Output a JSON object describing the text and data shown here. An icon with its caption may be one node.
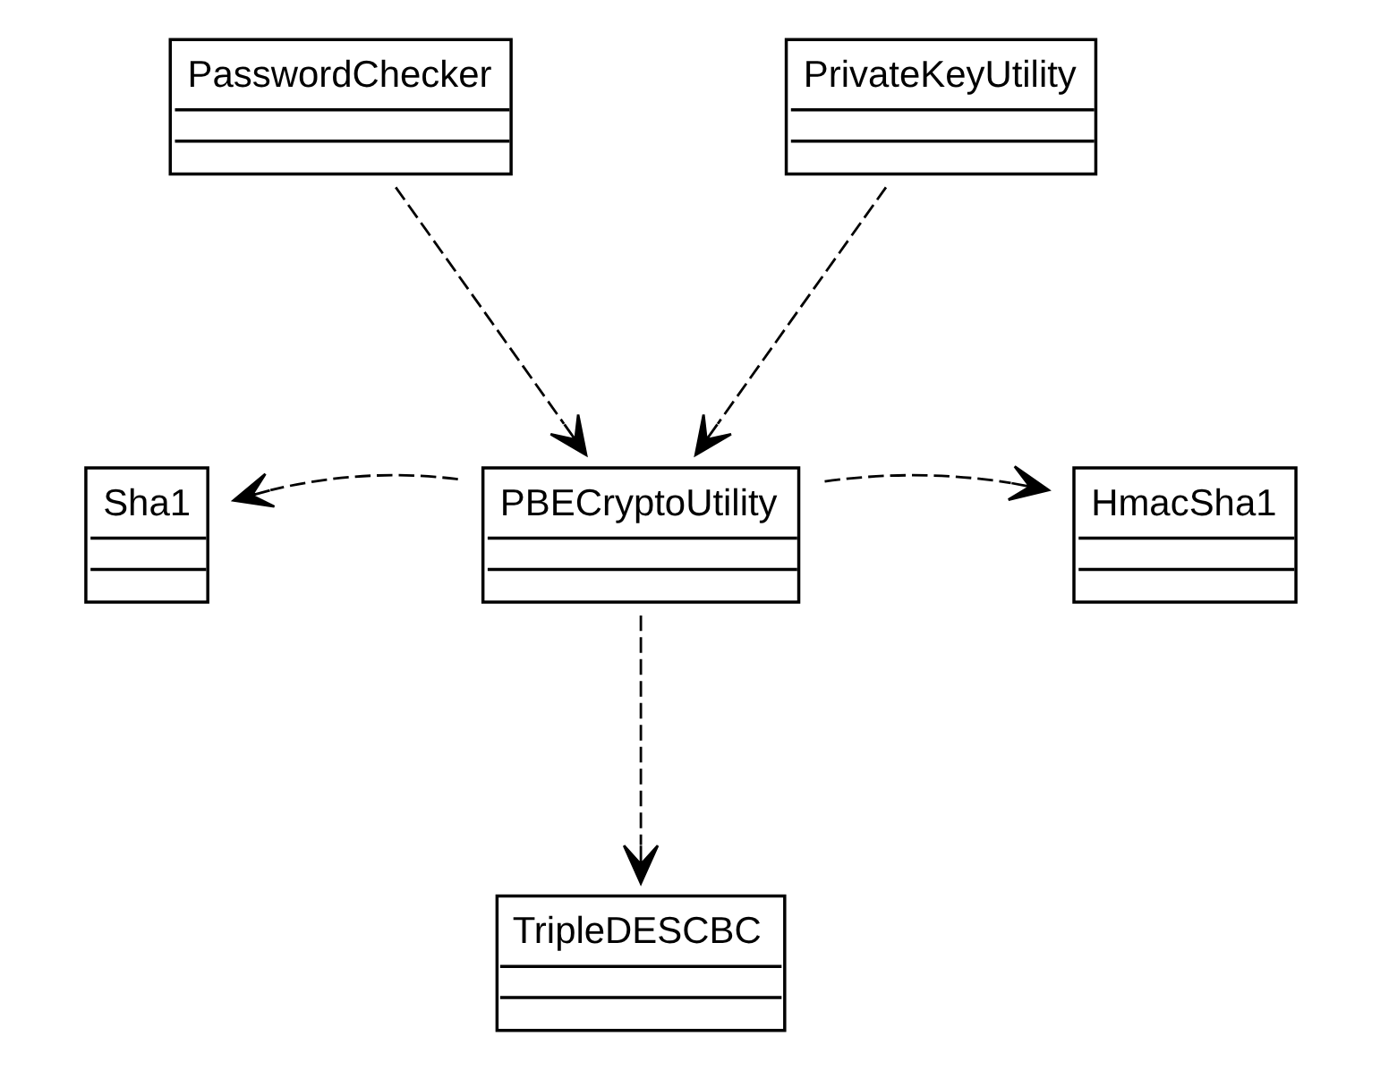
{
  "diagram": {
    "nodes": [
      {
        "text": [
          "PasswordChecker"
        ]
      },
      {
        "text": [
          "PrivateKeyUtility"
        ]
      },
      {
        "text": [
          "Sha1"
        ]
      },
      {
        "text": [
          "PBECryptoUtility"
        ]
      },
      {
        "text": [
          "HmacSha1"
        ]
      },
      {
        "text": [
          "TripleDESCBC"
        ]
      }
    ],
    "edges": [
      {
        "from": 0,
        "to": 3,
        "arrow": "to",
        "style": "dashed"
      },
      {
        "from": 1,
        "to": 3,
        "arrow": "to",
        "style": "dashed"
      },
      {
        "from": 3,
        "to": 2,
        "arrow": "to",
        "style": "dashed"
      },
      {
        "from": 3,
        "to": 4,
        "arrow": "to",
        "style": "dashed"
      },
      {
        "from": 3,
        "to": 5,
        "arrow": "to",
        "style": "dashed"
      }
    ]
  }
}
